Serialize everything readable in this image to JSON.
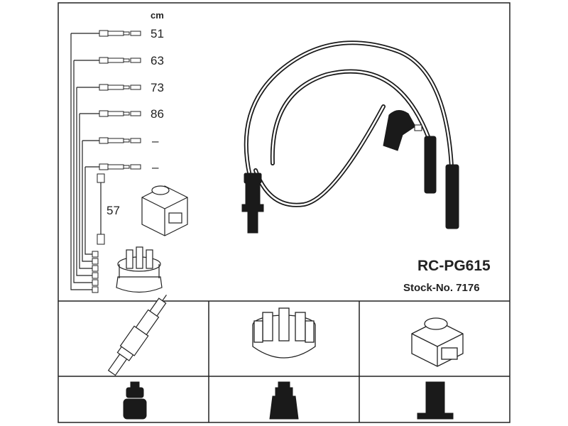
{
  "header": {
    "unit": "cm"
  },
  "lengths": [
    "51",
    "63",
    "73",
    "86",
    "–",
    "–"
  ],
  "coil_lead_length": "57",
  "product": {
    "code": "RC-PG615",
    "stock_label": "Stock-No. 7176"
  },
  "panels": [
    {
      "name": "spark-plug",
      "icon": "spark-plug-icon"
    },
    {
      "name": "distributor-cap",
      "icon": "distributor-cap-icon"
    },
    {
      "name": "ignition-coil",
      "icon": "ignition-coil-icon"
    }
  ],
  "connectors": [
    {
      "name": "straight-plug-connector",
      "icon": "straight-connector-icon"
    },
    {
      "name": "boot-plug-connector",
      "icon": "boot-connector-icon"
    },
    {
      "name": "flat-coil-connector",
      "icon": "flat-connector-icon"
    }
  ],
  "colors": {
    "line": "#222222",
    "cable": "#1a1a1a",
    "background": "#ffffff"
  }
}
